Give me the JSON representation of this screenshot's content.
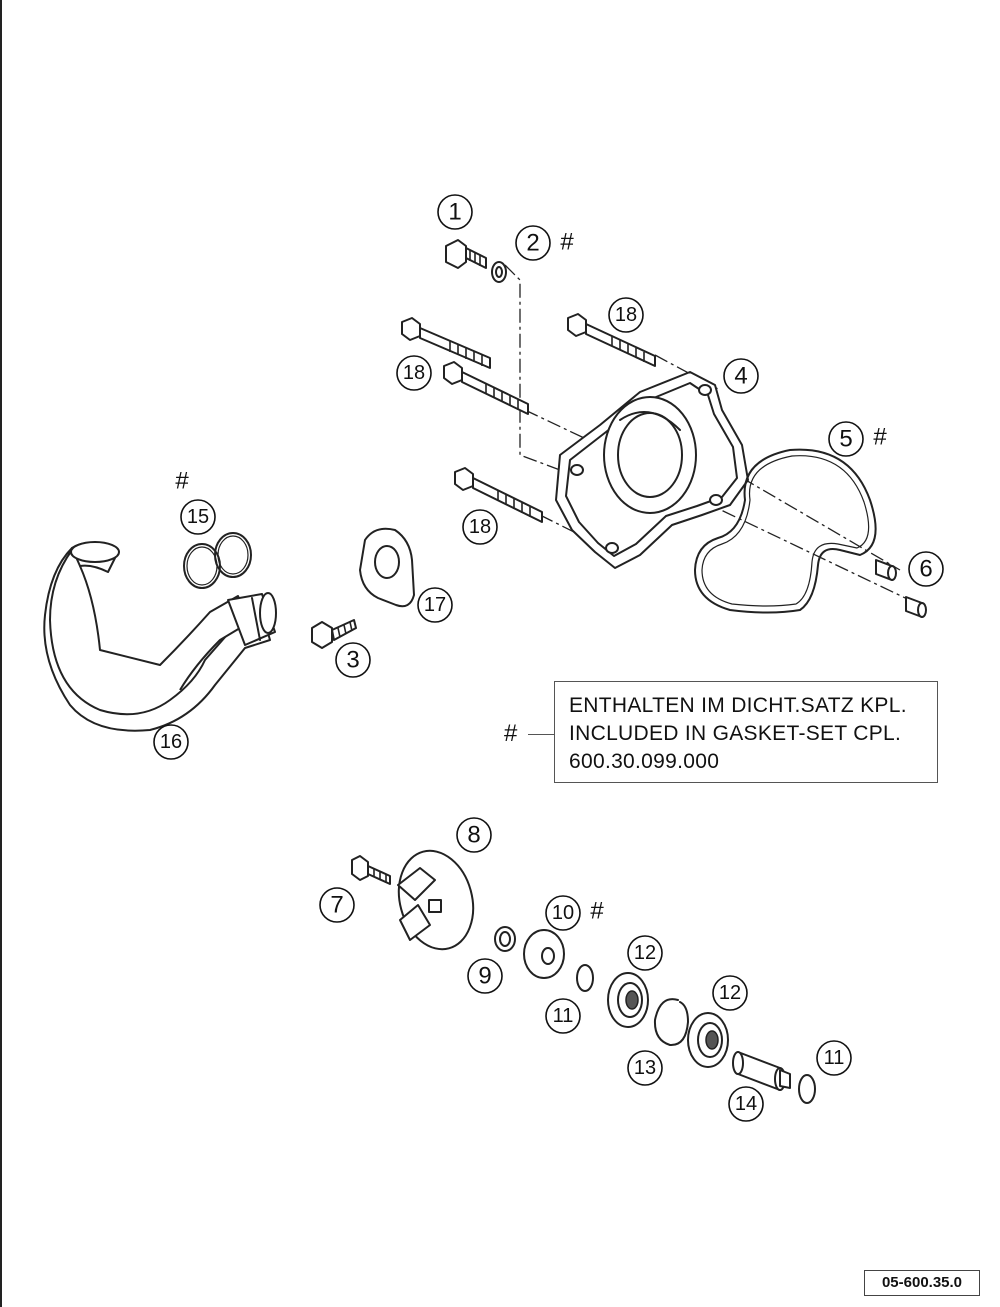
{
  "callouts": {
    "c1": "1",
    "c2": "2",
    "c3": "3",
    "c4": "4",
    "c5": "5",
    "c6": "6",
    "c7": "7",
    "c8": "8",
    "c9": "9",
    "c10": "10",
    "c11a": "11",
    "c11b": "11",
    "c12a": "12",
    "c12b": "12",
    "c13": "13",
    "c14": "14",
    "c15": "15",
    "c16": "16",
    "c17": "17",
    "c18a": "18",
    "c18b": "18",
    "c18c": "18"
  },
  "marker": "#",
  "note": {
    "line1": "ENTHALTEN IM DICHT.SATZ KPL.",
    "line2": "INCLUDED IN GASKET-SET CPL.",
    "line3": "600.30.099.000"
  },
  "drawing_number": "05-600.35.0"
}
